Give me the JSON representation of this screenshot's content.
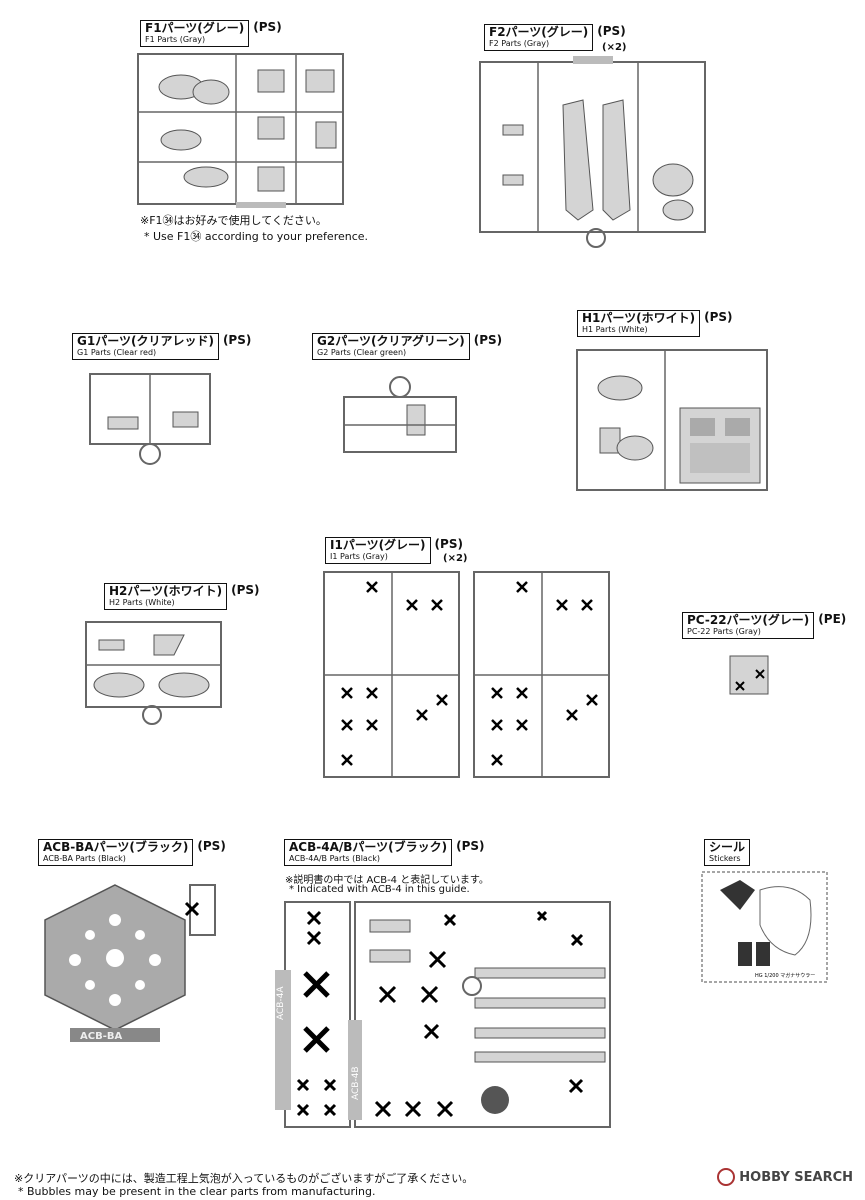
{
  "sections": {
    "f1": {
      "jp": "F1パーツ(グレー)",
      "en": "F1 Parts (Gray)",
      "mat": "(PS)",
      "note_jp": "※F1㉞はお好みで使用してください。",
      "note_en": "* Use F1㉞ according to your preference."
    },
    "f2": {
      "jp": "F2パーツ(グレー)",
      "en": "F2 Parts (Gray)",
      "mat": "(PS)",
      "qty": "(×2)"
    },
    "g1": {
      "jp": "G1パーツ(クリアレッド)",
      "en": "G1 Parts (Clear red)",
      "mat": "(PS)"
    },
    "g2": {
      "jp": "G2パーツ(クリアグリーン)",
      "en": "G2 Parts (Clear green)",
      "mat": "(PS)"
    },
    "h1": {
      "jp": "H1パーツ(ホワイト)",
      "en": "H1 Parts (White)",
      "mat": "(PS)"
    },
    "h2": {
      "jp": "H2パーツ(ホワイト)",
      "en": "H2 Parts (White)",
      "mat": "(PS)"
    },
    "i1": {
      "jp": "I1パーツ(グレー)",
      "en": "I1 Parts (Gray)",
      "mat": "(PS)",
      "qty": "(×2)"
    },
    "pc22": {
      "jp": "PC-22パーツ(グレー)",
      "en": "PC-22 Parts (Gray)",
      "mat": "(PE)"
    },
    "acbba": {
      "jp": "ACB-BAパーツ(ブラック)",
      "en": "ACB-BA Parts (Black)",
      "mat": "(PS)",
      "frame_label": "ACB-BA"
    },
    "acb4": {
      "jp": "ACB-4A/Bパーツ(ブラック)",
      "en": "ACB-4A/B Parts (Black)",
      "mat": "(PS)",
      "note_jp": "※説明書の中では ACB-4 と表記しています。",
      "note_en": "* Indicated with ACB-4 in this guide.",
      "label_a": "ACB-4A",
      "label_b": "ACB-4B"
    },
    "stickers": {
      "jp": "シール",
      "en": "Stickers",
      "caption": "HG 1/200 マガナサウラー"
    }
  },
  "footer": {
    "jp": "※クリアパーツの中には、製造工程上気泡が入っているものがございますがご了承ください。",
    "en": "* Bubbles may be present in the clear parts from manufacturing."
  },
  "watermark": "HOBBY SEARCH",
  "colors": {
    "frame": "#666666",
    "part_fill": "#d4d4d4",
    "dark_fill": "#333333",
    "cross": "#000000"
  }
}
